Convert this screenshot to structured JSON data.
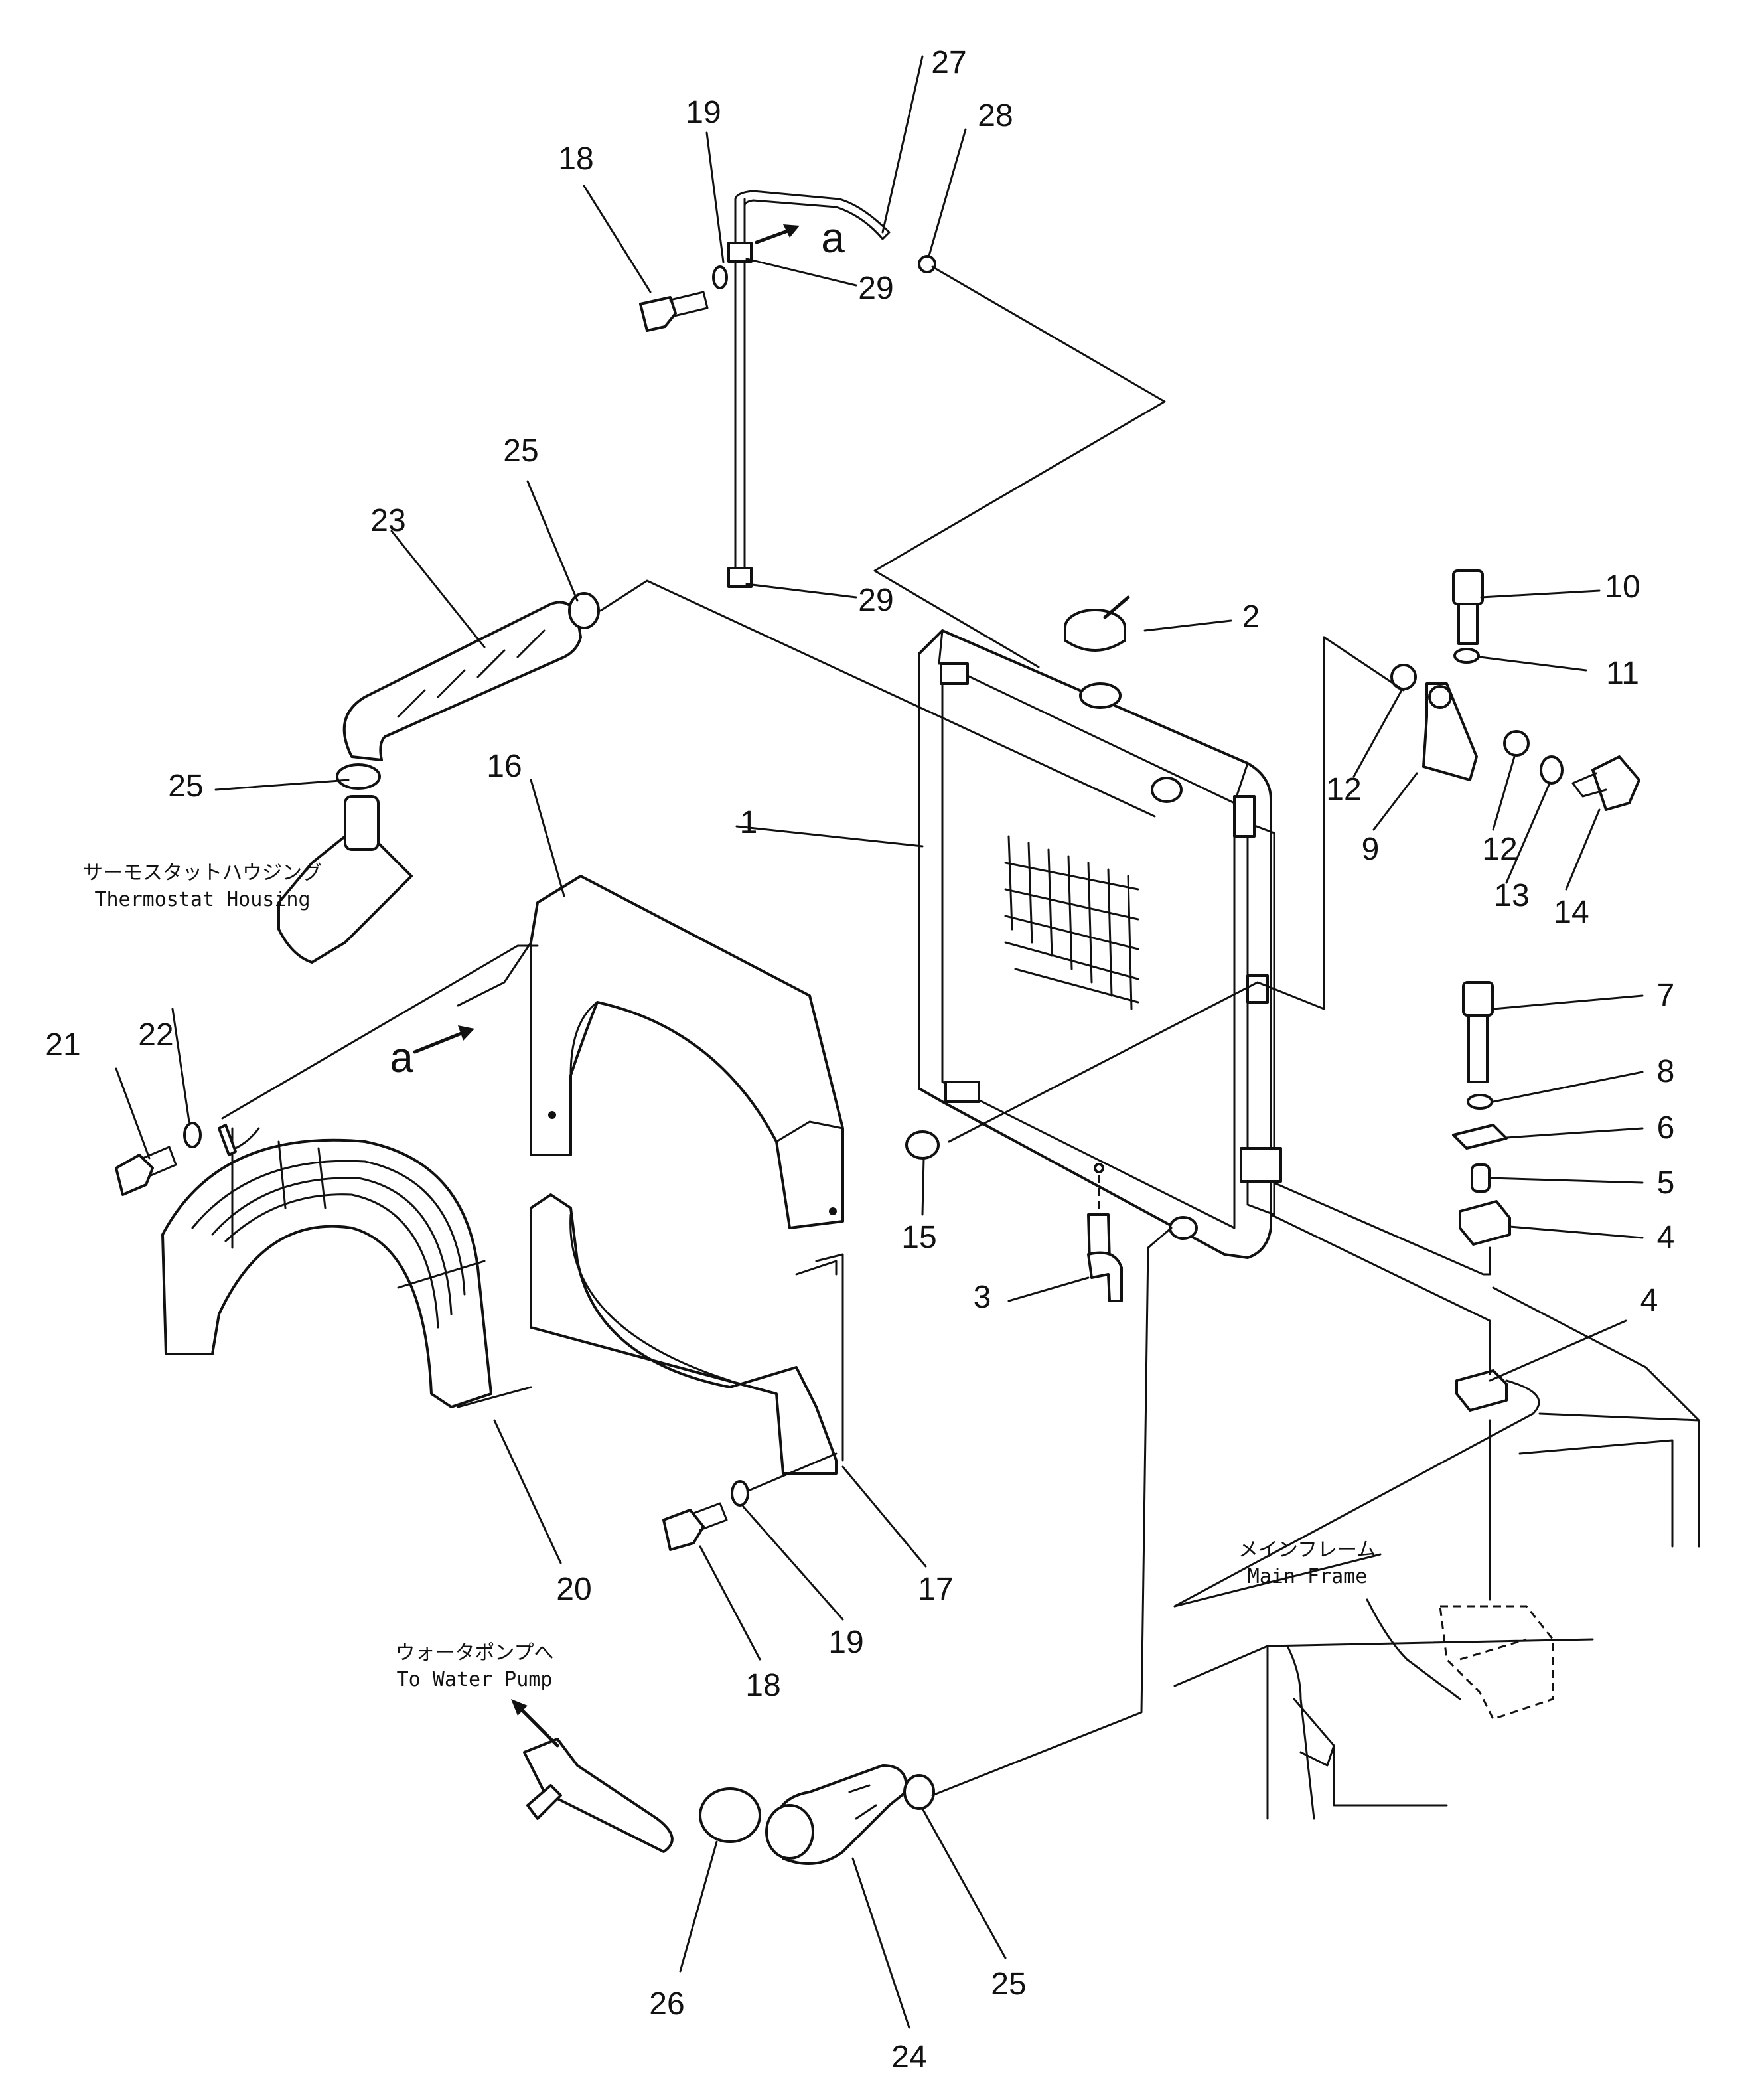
{
  "callouts": {
    "c1": "1",
    "c2": "2",
    "c3": "3",
    "c4a": "4",
    "c4b": "4",
    "c5": "5",
    "c6": "6",
    "c7": "7",
    "c8": "8",
    "c9": "9",
    "c10": "10",
    "c11": "11",
    "c12a": "12",
    "c12b": "12",
    "c13": "13",
    "c14": "14",
    "c15": "15",
    "c16": "16",
    "c17": "17",
    "c18a": "18",
    "c18b": "18",
    "c19a": "19",
    "c19b": "19",
    "c20": "20",
    "c21": "21",
    "c22": "22",
    "c23": "23",
    "c24": "24",
    "c25a": "25",
    "c25b": "25",
    "c25c": "25",
    "c26": "26",
    "c27": "27",
    "c28": "28",
    "c29a": "29",
    "c29b": "29"
  },
  "reference_marks": {
    "a_top": "a",
    "a_left": "a"
  },
  "labels": {
    "thermostat_jp": "サーモスタットハウジング",
    "thermostat_en": "Thermostat Housing",
    "main_frame_jp": "メインフレーム",
    "main_frame_en": "Main Frame",
    "water_pump_jp": "ウォータポンプへ",
    "water_pump_en": "To Water Pump"
  }
}
